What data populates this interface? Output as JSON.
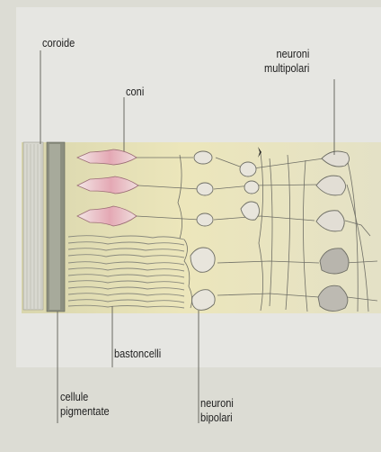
{
  "labels": {
    "coroide": "coroide",
    "coni": "coni",
    "neuroni_multipolari": [
      "neuroni",
      "multipolari"
    ],
    "bastoncelli": "bastoncelli",
    "cellule_pigmentate": [
      "cellule",
      "pigmentate"
    ],
    "neuroni_bipolari": [
      "neuroni",
      "bipolari"
    ]
  },
  "colors": {
    "background": "#dcdcd4",
    "panel": "#e6e6e2",
    "band": "#e8e2b4",
    "choroid_strip": "#d8d8d0",
    "pigment_strip": "#8c8f80",
    "cone_fill": "#e3b7bf",
    "cone_stroke": "#9a6b74",
    "rod_stroke": "#8a8a7e",
    "neuron_fill": "#e8e5dc",
    "neuron_stroke": "#6f6f66",
    "leader_line": "#5c5c55"
  }
}
